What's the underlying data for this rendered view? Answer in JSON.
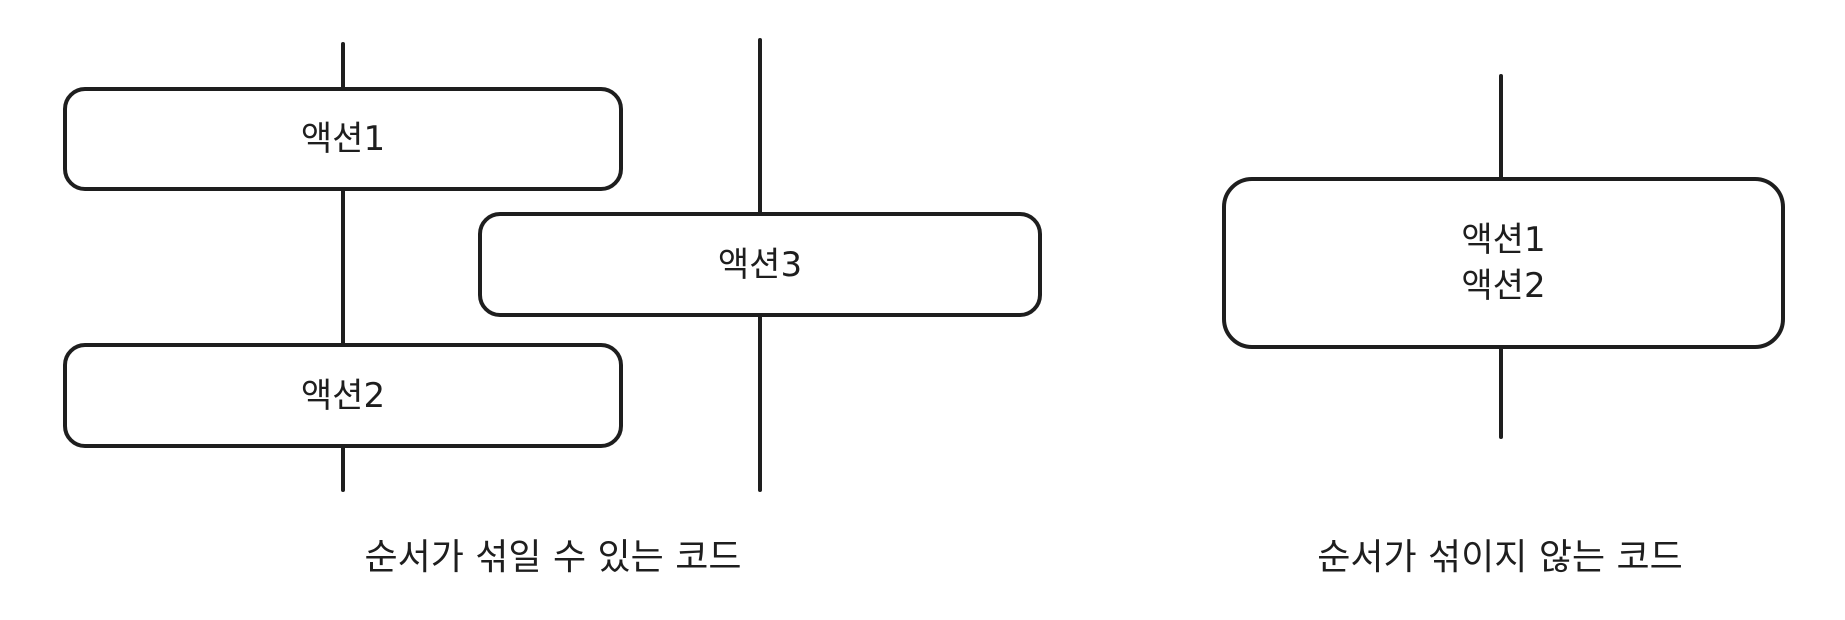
{
  "left_diagram": {
    "caption": "순서가 섞일 수 있는 코드",
    "boxes": [
      {
        "label": "액션1"
      },
      {
        "label": "액션3"
      },
      {
        "label": "액션2"
      }
    ]
  },
  "right_diagram": {
    "caption": "순서가 섞이지 않는 코드",
    "box": {
      "lines": [
        "액션1",
        "액션2"
      ]
    }
  },
  "colors": {
    "stroke": "#1e1e1e",
    "background": "#ffffff"
  }
}
